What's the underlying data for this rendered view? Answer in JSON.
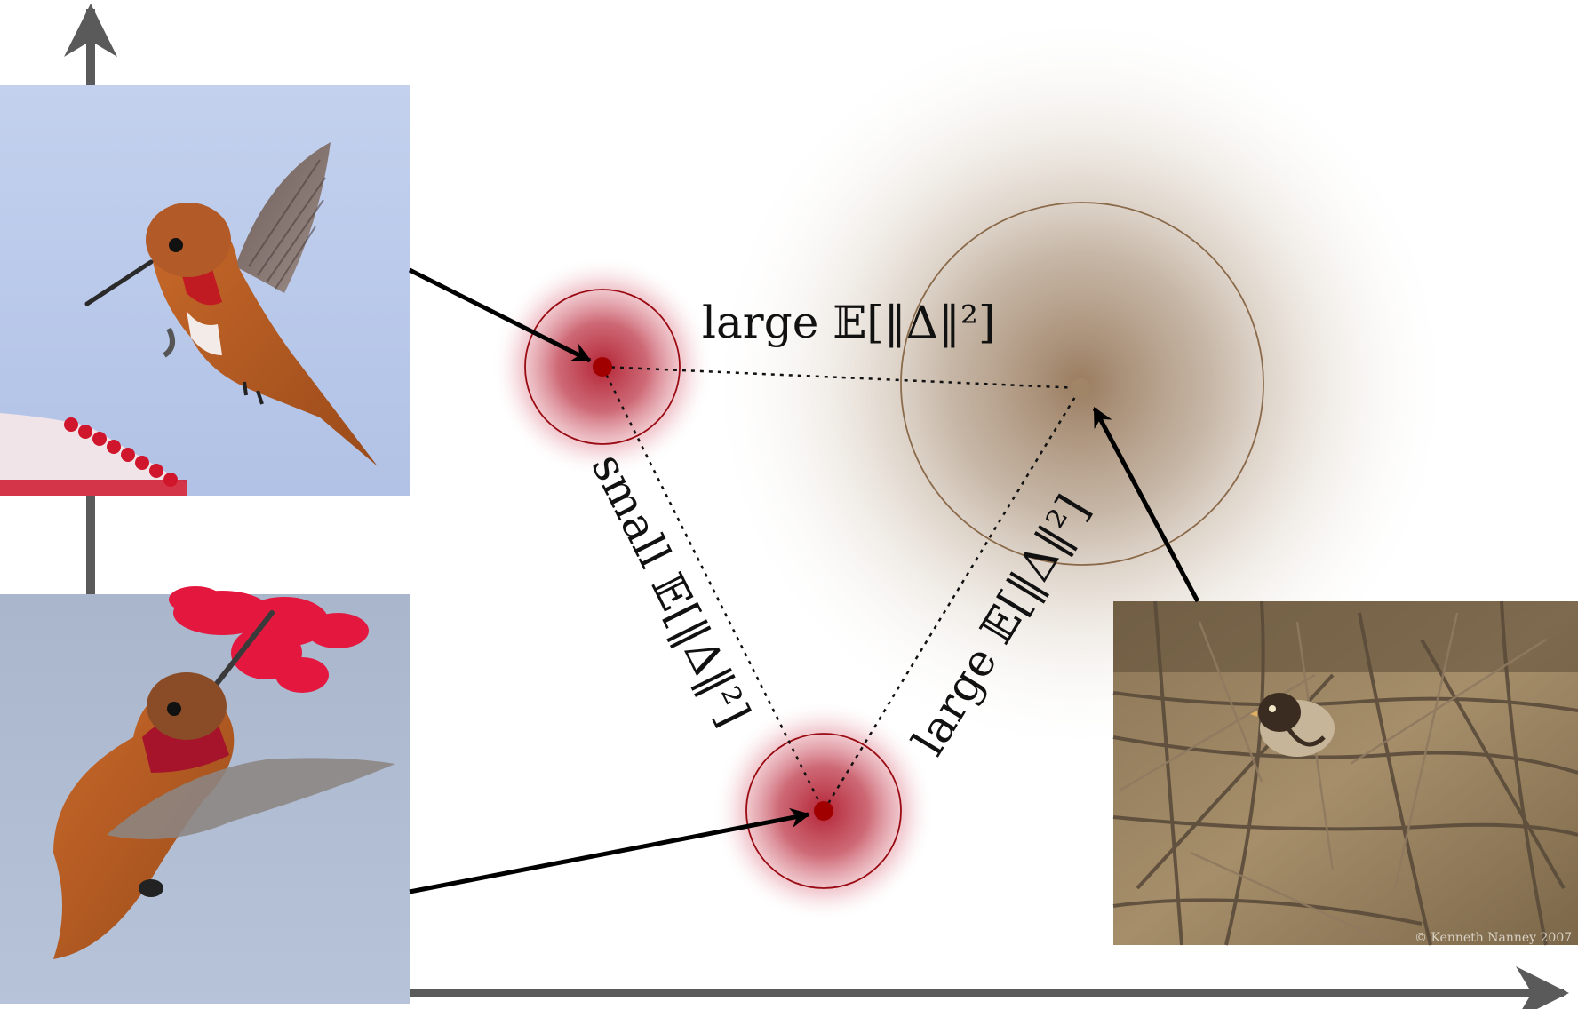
{
  "labels": {
    "top": "large 𝔼[‖Δ‖²]",
    "left": "small 𝔼[‖Δ‖²]",
    "right": "large 𝔼[‖Δ‖²]"
  },
  "photos": {
    "sparrow_credit": "© Kenneth Nanney 2007"
  },
  "colors": {
    "axis": "#5a5a5a",
    "red_point": "#a00000",
    "red_glow": "#b4142a",
    "brown_point": "#a08567",
    "brown_glow": "#8a6a4a",
    "arrow": "#000000"
  }
}
